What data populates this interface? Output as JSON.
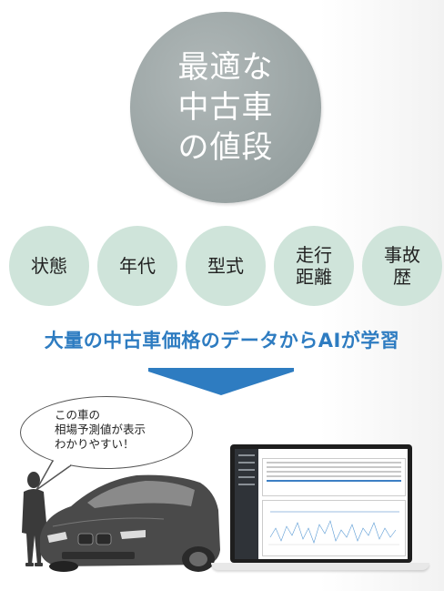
{
  "hero": {
    "lines": [
      "最適な",
      "中古車",
      "の値段"
    ]
  },
  "factors": [
    {
      "label": "状態"
    },
    {
      "label": "年代"
    },
    {
      "label": "型式"
    },
    {
      "label": "走行\n距離"
    },
    {
      "label": "事故\n歴"
    }
  ],
  "headline": "大量の中古車価格のデータからAIが学習",
  "bubble": {
    "text": "この車の\n相場予測値が表示\nわかりやすい！"
  },
  "colors": {
    "accent": "#2e7cc1",
    "factor_bg": "#cfe4da",
    "hero_bg": "#9aa4a4"
  }
}
